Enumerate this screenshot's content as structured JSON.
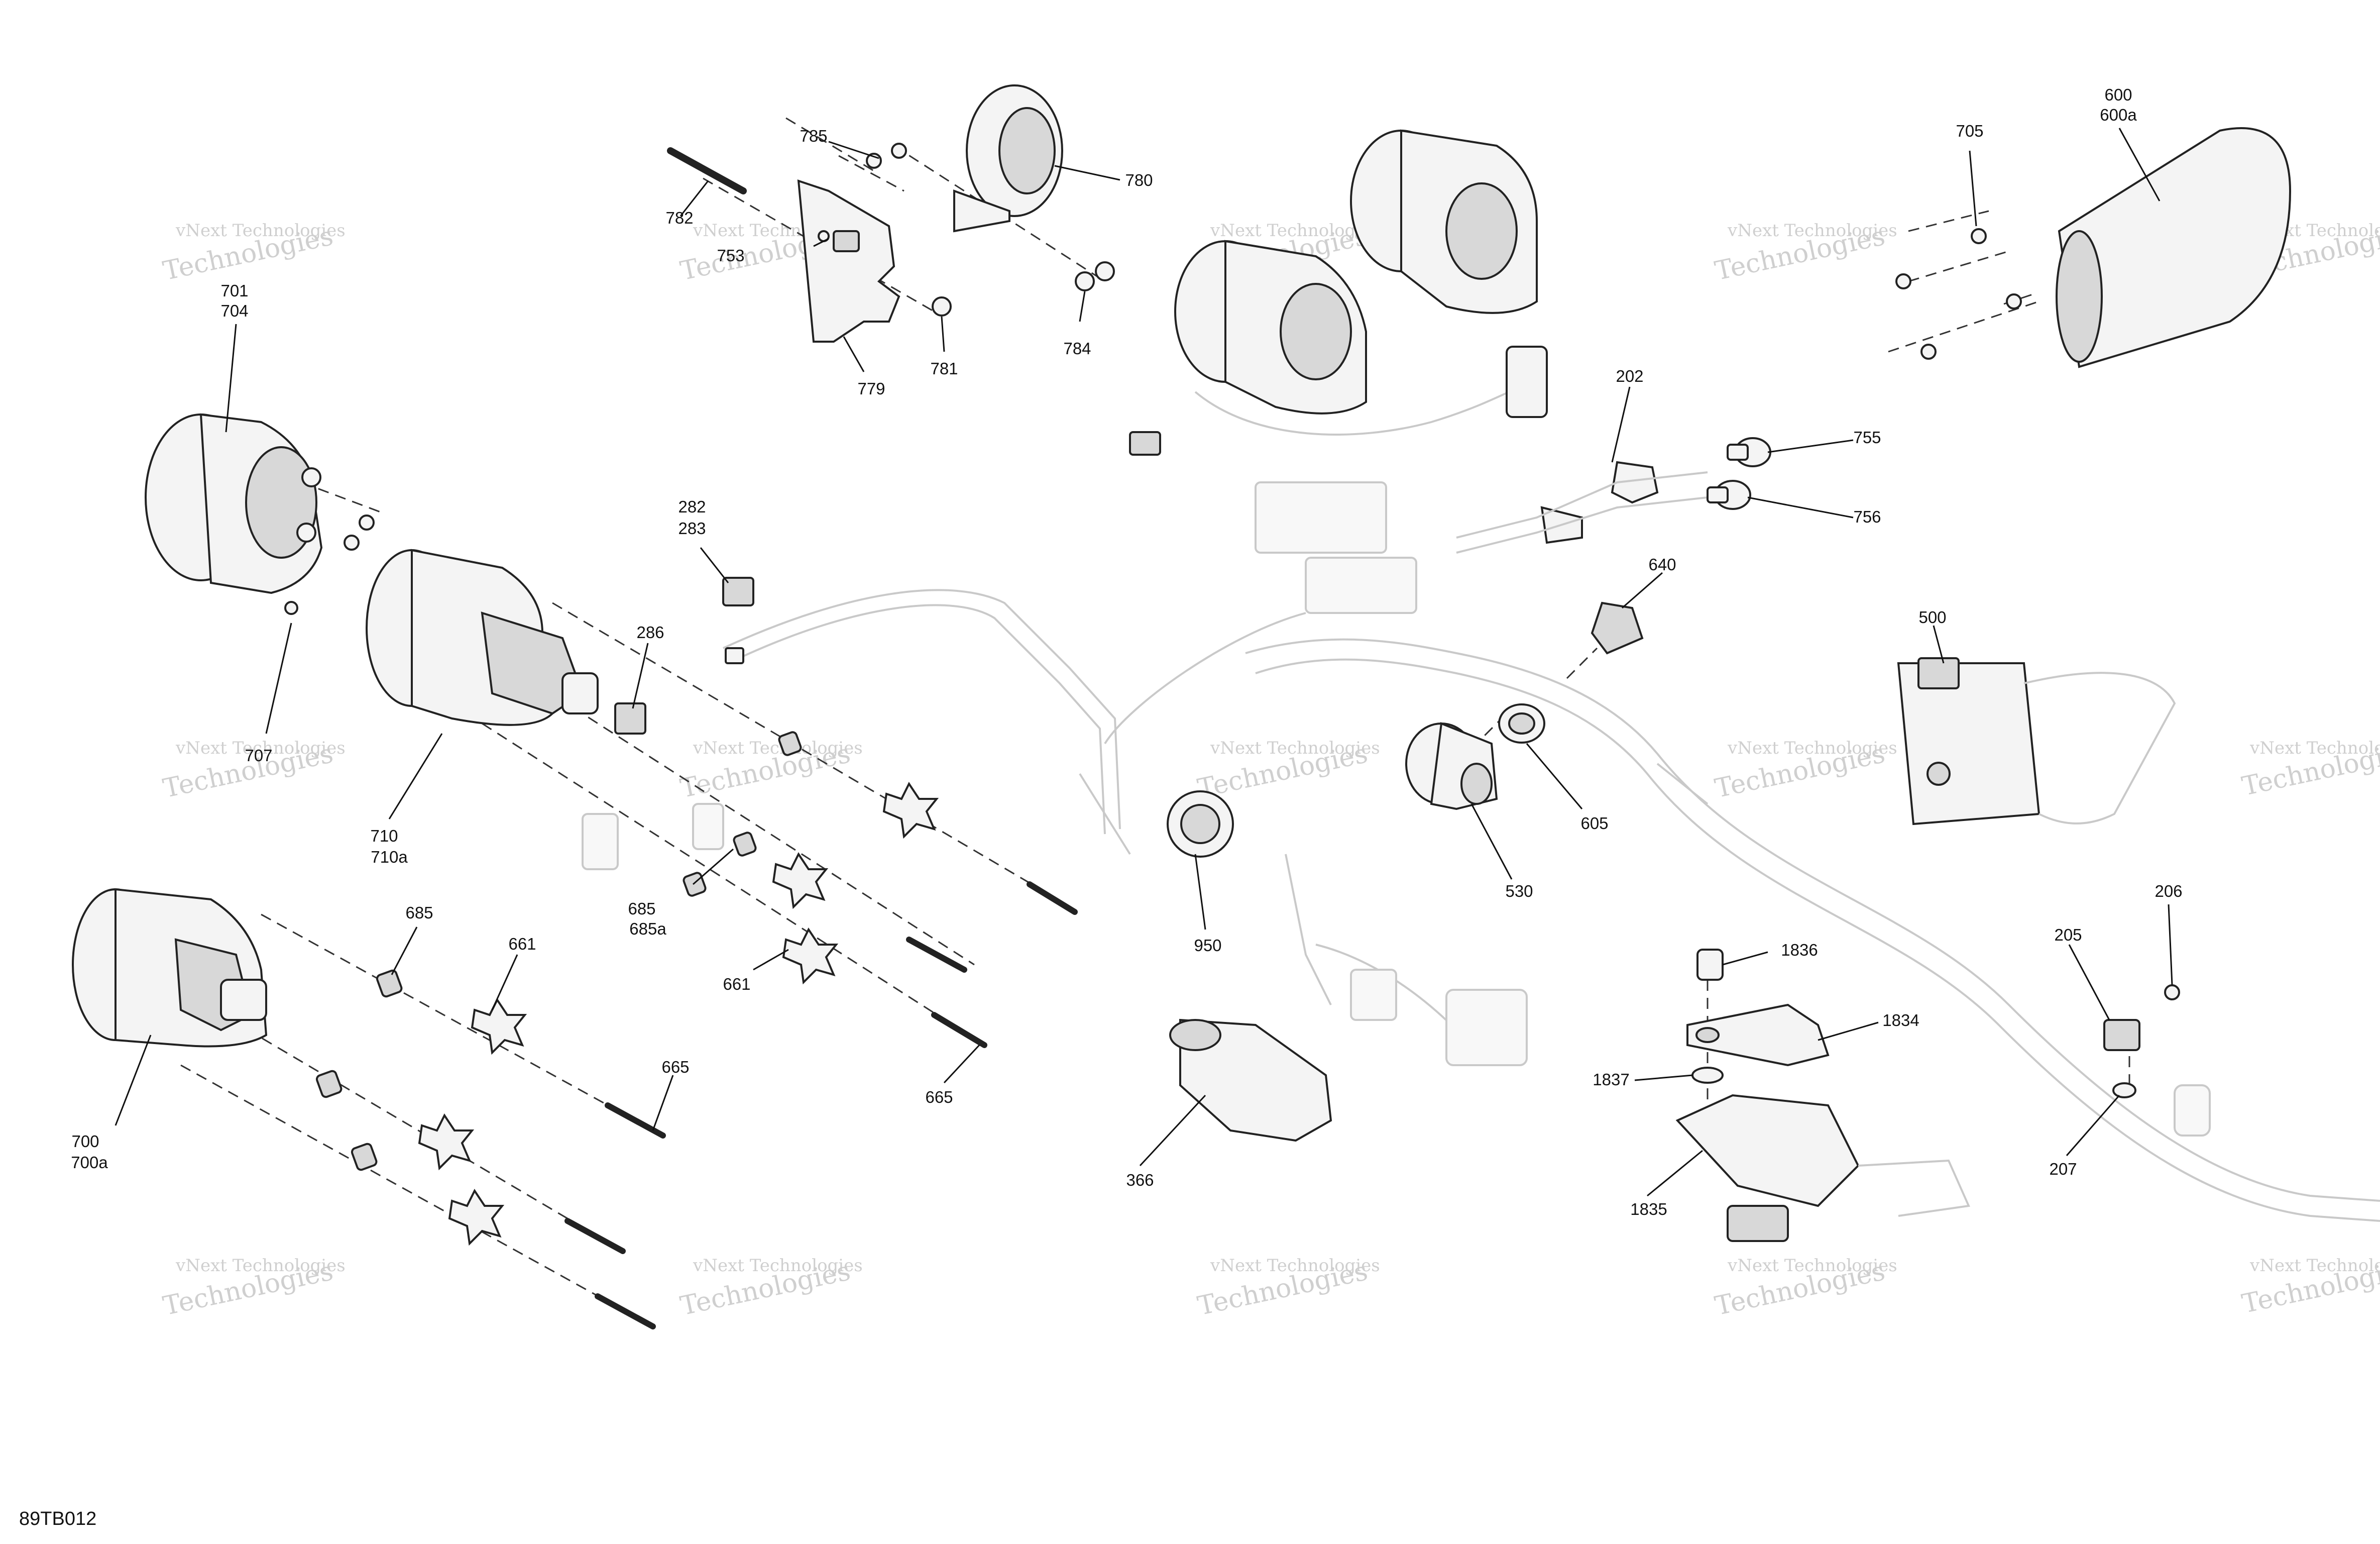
{
  "diagram_ref": "89TB012",
  "watermark": {
    "line1": "vNext Technologies",
    "line2": "vNext",
    "line3": "Technologies"
  },
  "labels": {
    "l600": "600",
    "l600a": "600a",
    "l705": "705",
    "l701": "701",
    "l704": "704",
    "l707": "707",
    "l710": "710",
    "l710a": "710a",
    "l700": "700",
    "l700a": "700a",
    "l685a": "685",
    "l685b": "685",
    "l685c": "685a",
    "l661a": "661",
    "l661b": "661",
    "l665a": "665",
    "l665b": "665",
    "l282": "282",
    "l283": "283",
    "l286": "286",
    "l785": "785",
    "l780": "780",
    "l782": "782",
    "l753": "753",
    "l779": "779",
    "l781": "781",
    "l784": "784",
    "l202": "202",
    "l755": "755",
    "l756": "756",
    "l640": "640",
    "l605": "605",
    "l530": "530",
    "l950": "950",
    "l500": "500",
    "l366": "366",
    "l1836": "1836",
    "l1834": "1834",
    "l1837": "1837",
    "l1835": "1835",
    "l205": "205",
    "l206": "206",
    "l207": "207"
  }
}
